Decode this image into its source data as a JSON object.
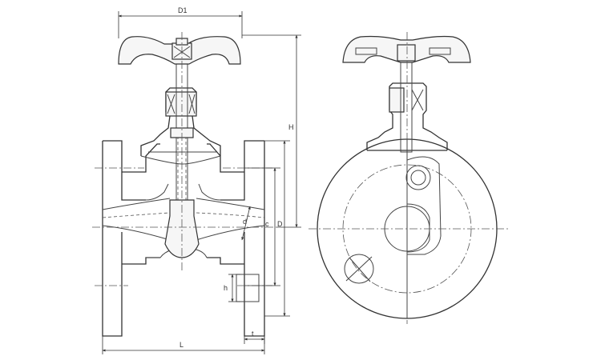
{
  "dimensions": {
    "d1": "D1",
    "h_total": "H",
    "d_bore": "d",
    "c": "c",
    "d_flange": "D",
    "h_flange": "h",
    "t": "t",
    "l": "L"
  },
  "colors": {
    "line": "#333333",
    "background": "#ffffff"
  }
}
